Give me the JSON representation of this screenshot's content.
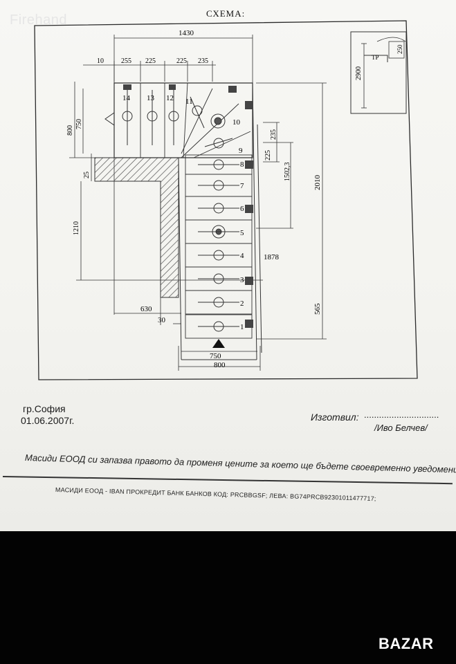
{
  "watermark": "Firehand",
  "title": "СХЕМА:",
  "drawing": {
    "dimensions": {
      "overall_width": "1430",
      "top_10": "10",
      "top_255": "255",
      "top_225a": "225",
      "top_225b": "225",
      "top_235": "235",
      "left_800": "800",
      "left_750": "750",
      "left_25": "25",
      "left_1210": "1210",
      "right_235": "235",
      "right_225": "225",
      "right_1502": "1502,3",
      "right_2010": "2010",
      "right_1878": "1878",
      "right_565": "565",
      "bottom_630": "630",
      "bottom_30": "30",
      "bottom_750": "750",
      "bottom_800": "800",
      "inset_2900": "2900",
      "inset_250": "250",
      "inset_label": "ТР"
    },
    "step_numbers": [
      "1",
      "2",
      "3",
      "4",
      "5",
      "6",
      "7",
      "8",
      "9",
      "10",
      "11",
      "12",
      "13",
      "14"
    ]
  },
  "city": "гр.София",
  "date": "01.06.2007г.",
  "prepared_label": "Изготвил:",
  "prepared_dots": "..............................",
  "prepared_name": "/Иво Белчев/",
  "notice": "Масиди ЕООД си запазва правото да променя цените за което ще бъдете своевременно уведомени.",
  "footer": "МАСИДИ ЕООД - IBAN  ПРОКРЕДИТ БАНК  БАНКОВ КОД: PRCBBGSF; ЛЕВА: BG74PRCB92301011477717;",
  "brand": "BAZAR"
}
